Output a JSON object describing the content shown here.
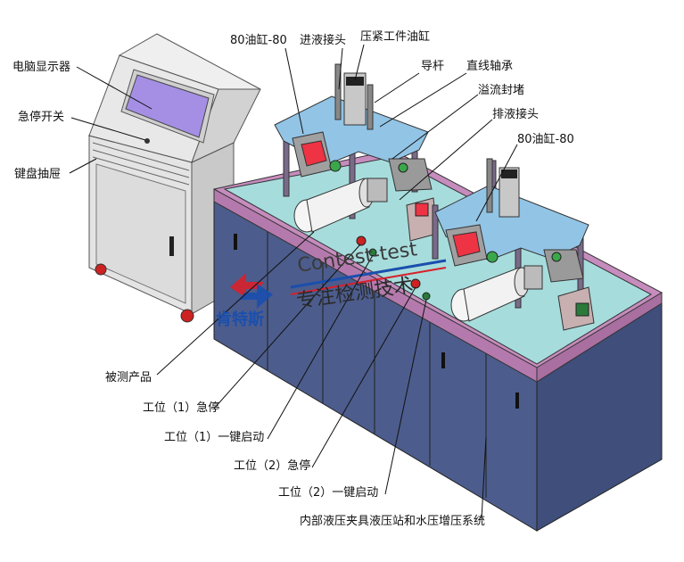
{
  "labels": {
    "computer_display": "电脑显示器",
    "emergency_switch": "急停开关",
    "keyboard_drawer": "键盘抽屉",
    "cylinder_top_left": "80油缸-80",
    "inlet_joint": "进液接头",
    "press_workpiece_cylinder": "压紧工件油缸",
    "guide_rod": "导杆",
    "linear_bearing": "直线轴承",
    "overflow_plug": "溢流封堵",
    "outlet_joint": "排液接头",
    "cylinder_right": "80油缸-80",
    "tested_product": "被测产品",
    "station1_estop": "工位（1）急停",
    "station1_start": "工位（1）一键启动",
    "station2_estop": "工位（2）急停",
    "station2_start": "工位（2）一键启动",
    "internal_system": "内部液压夹具液压站和水压增压系统"
  },
  "watermark": {
    "brand": "Contest",
    "brand_suffix": "-test",
    "cn_name": "肯特斯",
    "slogan": "专注检测技术"
  },
  "colors": {
    "cabinet": "#e3e3e3",
    "screen": "#a58fe4",
    "table_top": "#a5dada",
    "table_rim": "#c98fc0",
    "base_cabinet": "#4a5a8a",
    "plate": "#8fbfe0",
    "watermark_red": "#d8202a",
    "watermark_blue": "#1a4fae"
  }
}
